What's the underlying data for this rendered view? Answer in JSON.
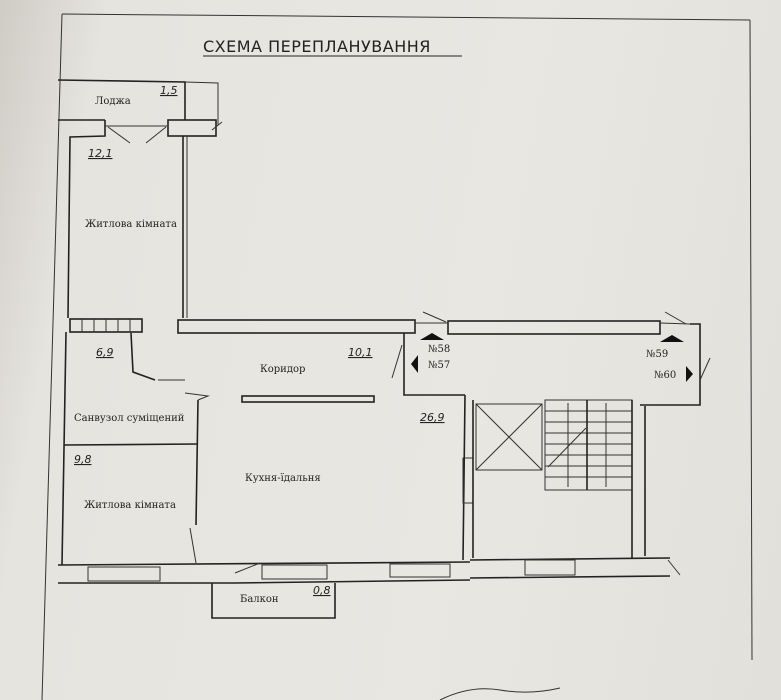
{
  "title": "СХЕМА ПЕРЕПЛАНУВАННЯ",
  "rooms": {
    "loggia": {
      "label": "Лоджа",
      "area": "1,5"
    },
    "bedroom1": {
      "label": "Житлова кімната",
      "area": "12,1"
    },
    "bathroom": {
      "label": "Санвузол суміщений",
      "area": "6,9"
    },
    "corridor": {
      "label": "Коридор",
      "area": "10,1"
    },
    "bedroom2": {
      "label": "Житлова кімната",
      "area": "9,8"
    },
    "kitchen": {
      "label": "Кухня-їдальня",
      "area": "26,9"
    },
    "balcony": {
      "label": "Балкон",
      "area": "0,8"
    }
  },
  "markers": [
    "№57",
    "№58",
    "№59",
    "№60"
  ],
  "colors": {
    "ink": "#222222",
    "paper": "#e8e6e1"
  }
}
